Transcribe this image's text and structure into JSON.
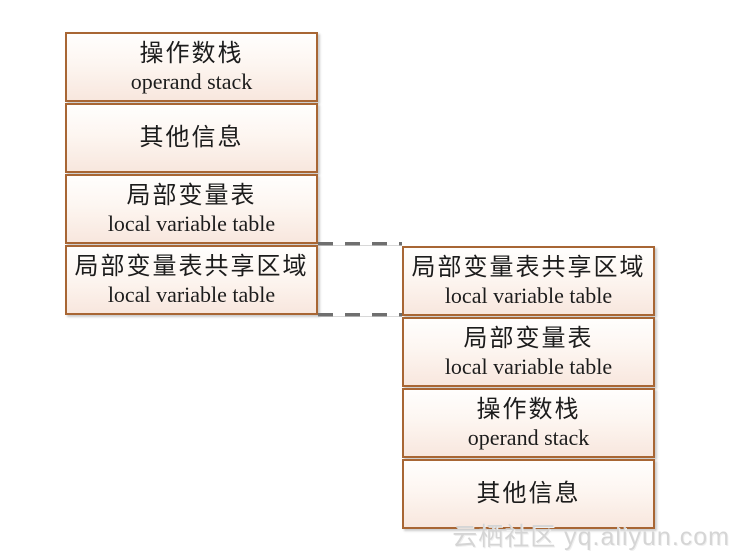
{
  "colors": {
    "box_border": "#a86634",
    "box_bg_top": "#fffefd",
    "box_bg_bottom": "#f8e7de",
    "text": "#1c1c1c",
    "connector_gray": "#6f6f6f",
    "watermark_gray": "#d5d5d5",
    "page_bg": "#ffffff"
  },
  "left_stack": {
    "boxes": [
      {
        "zh": "操作数栈",
        "en": "operand stack"
      },
      {
        "zh": "其他信息"
      },
      {
        "zh": "局部变量表",
        "en": "local variable table"
      },
      {
        "zh": "局部变量表共享区域",
        "en": "local variable table"
      }
    ]
  },
  "right_stack": {
    "boxes": [
      {
        "zh": "局部变量表共享区域",
        "en": "local variable table"
      },
      {
        "zh": "局部变量表",
        "en": "local variable table"
      },
      {
        "zh": "操作数栈",
        "en": "operand stack"
      },
      {
        "zh": "其他信息"
      }
    ]
  },
  "watermark": {
    "text": "云栖社区 yq.aliyun.com"
  }
}
